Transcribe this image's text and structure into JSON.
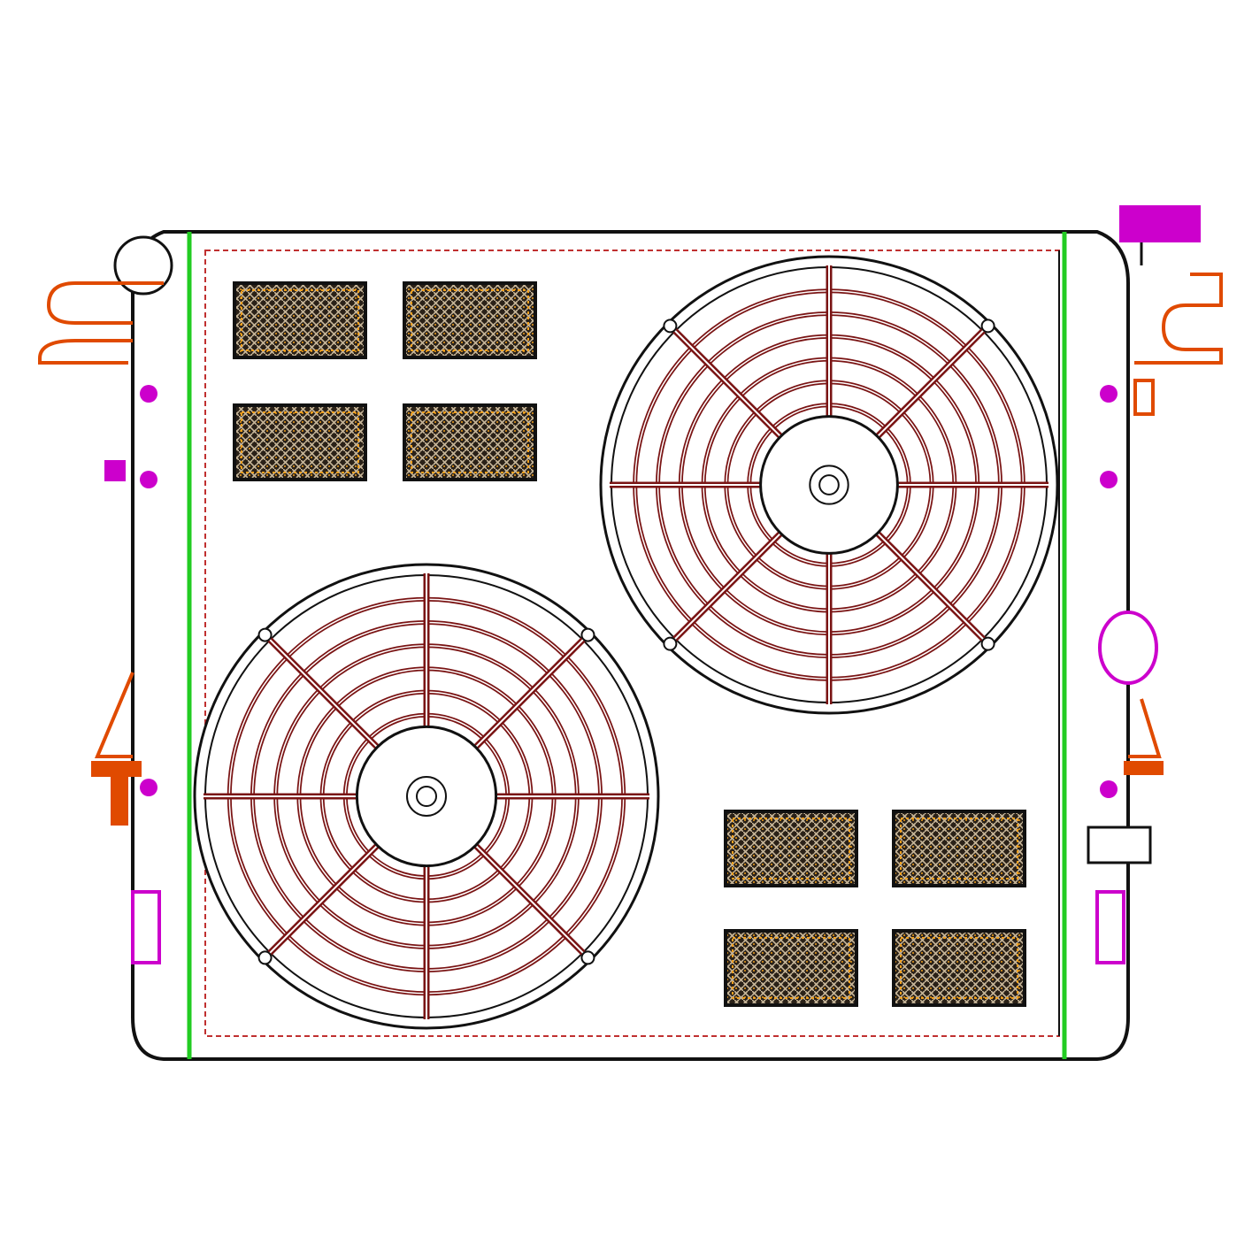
{
  "diagram": {
    "colors": {
      "background": "#ffffff",
      "outline": "#111111",
      "fan_grille": "#7a1414",
      "tank_edge": "#22cc22",
      "bracket": "#e04a00",
      "connector": "#cc00cc",
      "mesh_fill": "#2a2118",
      "mesh_highlight": "#f0a020",
      "core_dash": "#c03030"
    },
    "fans": [
      {
        "name": "upper-right-fan",
        "spokes": 8,
        "rings": 6
      },
      {
        "name": "lower-left-fan",
        "spokes": 8,
        "rings": 6
      }
    ],
    "vent_groups": [
      {
        "name": "top-left-vents",
        "count": 4
      },
      {
        "name": "bottom-right-vents",
        "count": 4
      }
    ],
    "icons": [
      "radiator-core-icon",
      "fan-shroud-icon",
      "mounting-bracket-icon",
      "hose-inlet-icon",
      "hose-outlet-icon",
      "filler-neck-icon"
    ]
  }
}
